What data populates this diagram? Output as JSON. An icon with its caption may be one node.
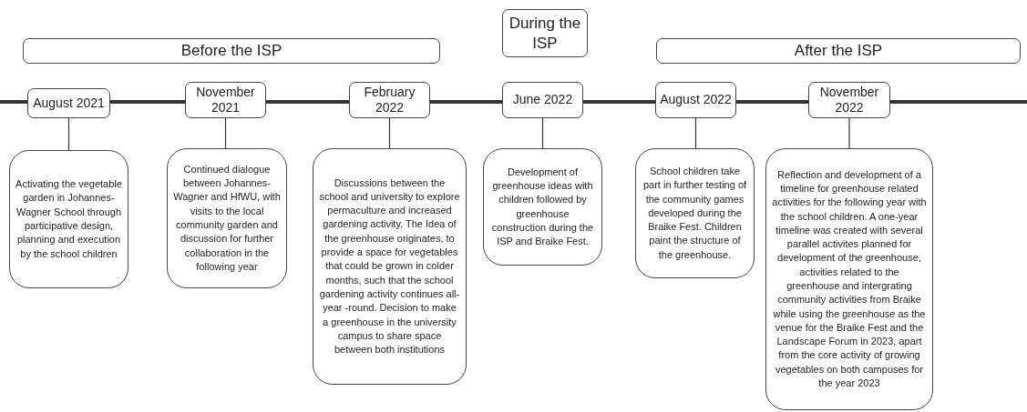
{
  "diagram": {
    "nodes": [
      {
        "text": [
          "Before the ISP"
        ]
      },
      {
        "text": [
          "During the ISP"
        ]
      },
      {
        "text": [
          "After the ISP"
        ]
      },
      {
        "text": [
          "August 2021"
        ]
      },
      {
        "text": [
          "November 2021"
        ]
      },
      {
        "text": [
          "February 2022"
        ]
      },
      {
        "text": [
          "June 2022"
        ]
      },
      {
        "text": [
          "August 2022"
        ]
      },
      {
        "text": [
          "November 2022"
        ]
      },
      {
        "text": [
          "Activating the vegetable garden in Johannes-Wagner School through participative design, planning and execution by the school children"
        ]
      },
      {
        "text": [
          "Continued dialogue between Johannes-Wagner and HfWU, with visits to the local community garden and discussion for further collaboration in the following year"
        ]
      },
      {
        "text": [
          "Discussions between the school and university to explore permaculture and increased gardening activity. The Idea of the greenhouse originates, to provide a space for vegetables that could be grown in colder months, such that the school gardening activity continues all-year -round. Decision to make a greenhouse in the university campus to share space between both institutions"
        ]
      },
      {
        "text": [
          "Development of greenhouse ideas with children followed by greenhouse construction during the ISP and Braike Fest."
        ]
      },
      {
        "text": [
          "School children take part in further testing of the community games developed during the Braike Fest. Children paint the structure of the greenhouse."
        ]
      },
      {
        "text": [
          "Reflection and development of a timeline for greenhouse related activities for the following year with the school children. A one-year timeline was created with several parallel activites planned for development of the greenhouse, activities related to the greenhouse and intergrating community activities from Braike while using the greenhouse as the venue for the Braike Fest and the Landscape Forum in 2023, apart from the core activity of growing vegetables on both campuses for the year 2023"
        ]
      }
    ],
    "edges": [
      {
        "from": 3,
        "to": 4,
        "arrow": "none",
        "style": "thick"
      },
      {
        "from": 4,
        "to": 5,
        "arrow": "none",
        "style": "thick"
      },
      {
        "from": 5,
        "to": 6,
        "arrow": "none",
        "style": "thick"
      },
      {
        "from": 6,
        "to": 7,
        "arrow": "none",
        "style": "thick"
      },
      {
        "from": 7,
        "to": 8,
        "arrow": "none",
        "style": "thick"
      },
      {
        "from": 3,
        "to": 9,
        "arrow": "none"
      },
      {
        "from": 4,
        "to": 10,
        "arrow": "none"
      },
      {
        "from": 5,
        "to": 11,
        "arrow": "none"
      },
      {
        "from": 6,
        "to": 12,
        "arrow": "none"
      },
      {
        "from": 7,
        "to": 13,
        "arrow": "none"
      },
      {
        "from": 8,
        "to": 14,
        "arrow": "none"
      }
    ]
  }
}
